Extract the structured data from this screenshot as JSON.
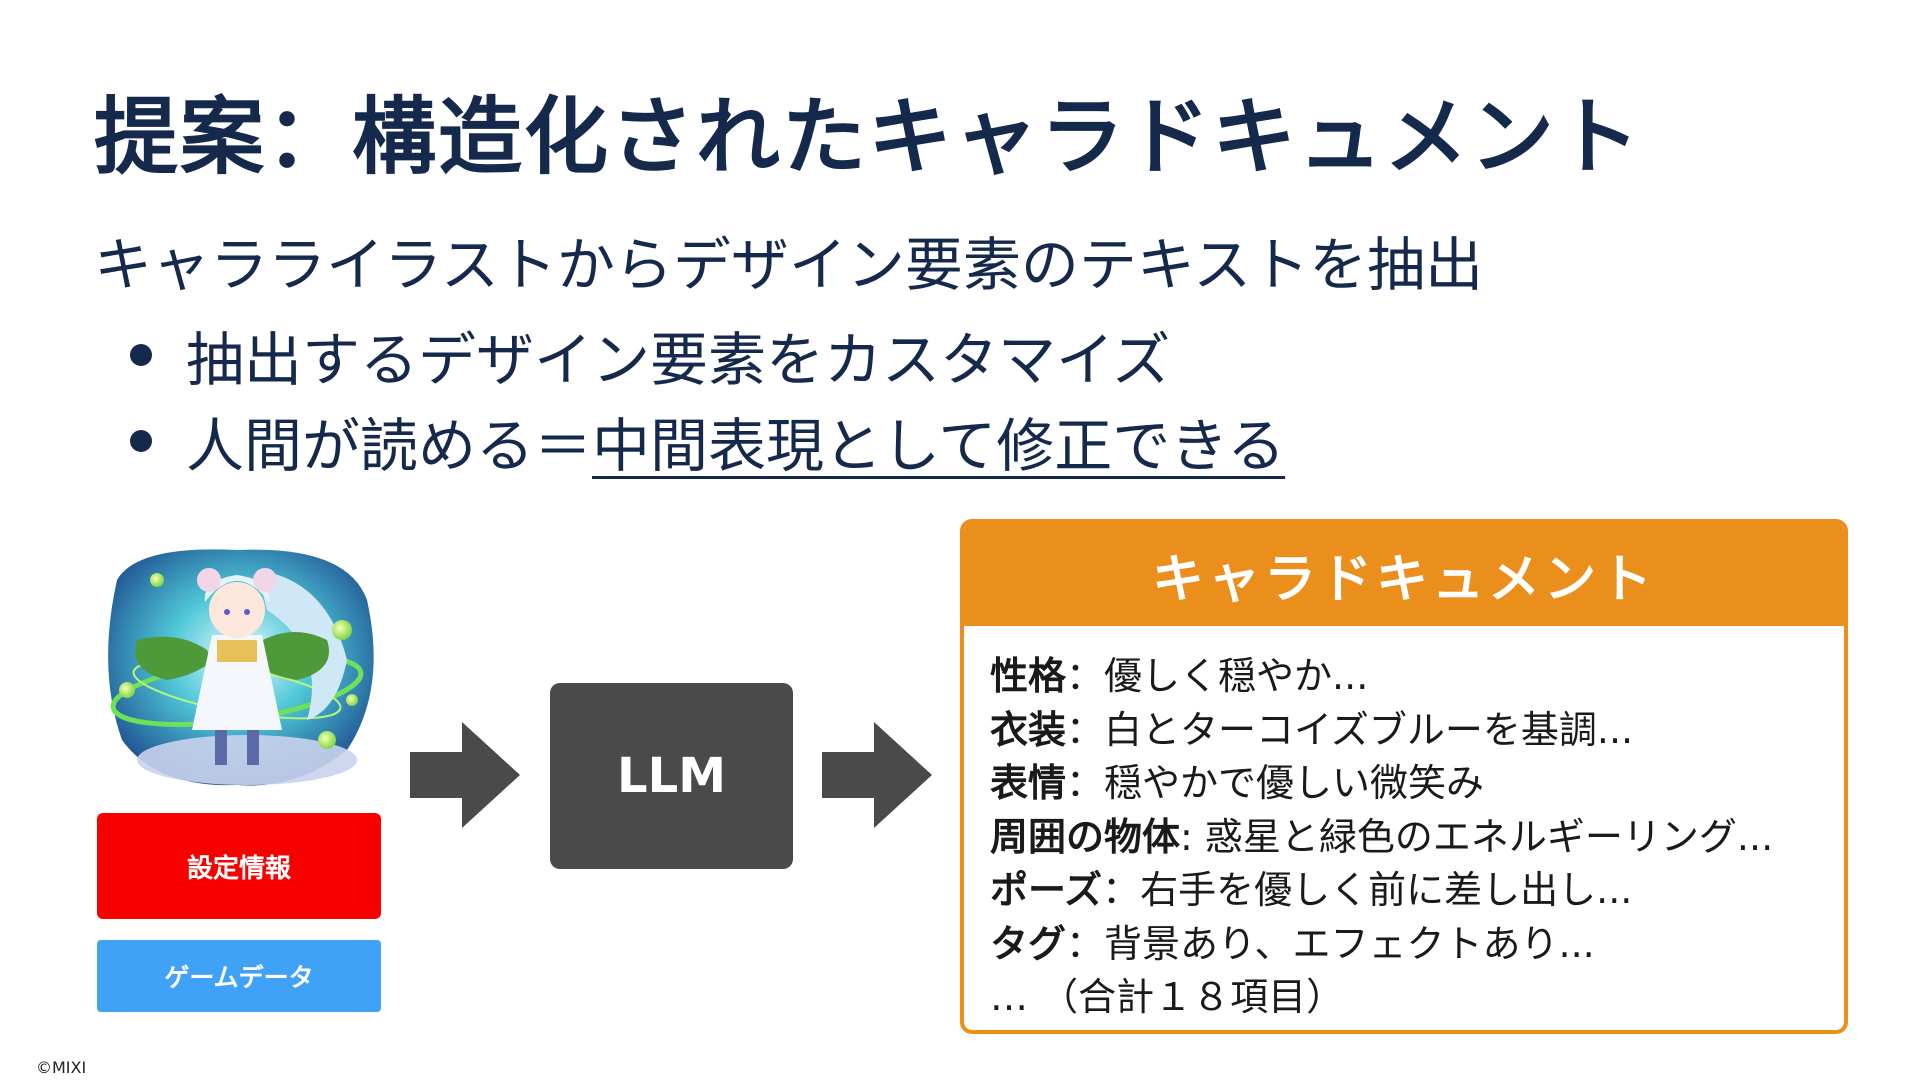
{
  "title": "提案：構造化されたキャラドキュメント",
  "subtitle": "キャラライラストからデザイン要素のテキストを抽出",
  "bullets": [
    {
      "text": "抽出するデザイン要素をカスタマイズ",
      "underlined": ""
    },
    {
      "text": "人間が読める＝",
      "underlined": "中間表現として修正できる"
    }
  ],
  "buttons": {
    "settings": "設定情報",
    "game_data": "ゲームデータ"
  },
  "llm_label": "LLM",
  "doc": {
    "header": "キャラドキュメント",
    "rows": [
      {
        "key": "性格",
        "sep": "：",
        "value": "優しく穏やか..."
      },
      {
        "key": "衣装",
        "sep": "：",
        "value": "白とターコイズブルーを基調..."
      },
      {
        "key": "表情",
        "sep": "：",
        "value": "穏やかで優しい微笑み"
      },
      {
        "key": "周囲の物体",
        "sep": ": ",
        "value": "惑星と緑色のエネルギーリング..."
      },
      {
        "key": "ポーズ",
        "sep": "：",
        "value": "右手を優しく前に差し出し..."
      },
      {
        "key": "タグ",
        "sep": "：",
        "value": "背景あり、エフェクトあり..."
      }
    ],
    "footer": "… （合計１８項目）"
  },
  "copyright": "©MIXI",
  "colors": {
    "navy": "#14294b",
    "orange": "#ea8e1c",
    "red": "#f70000",
    "blue": "#3fa2f7",
    "dark_gray": "#4a4a4a"
  }
}
